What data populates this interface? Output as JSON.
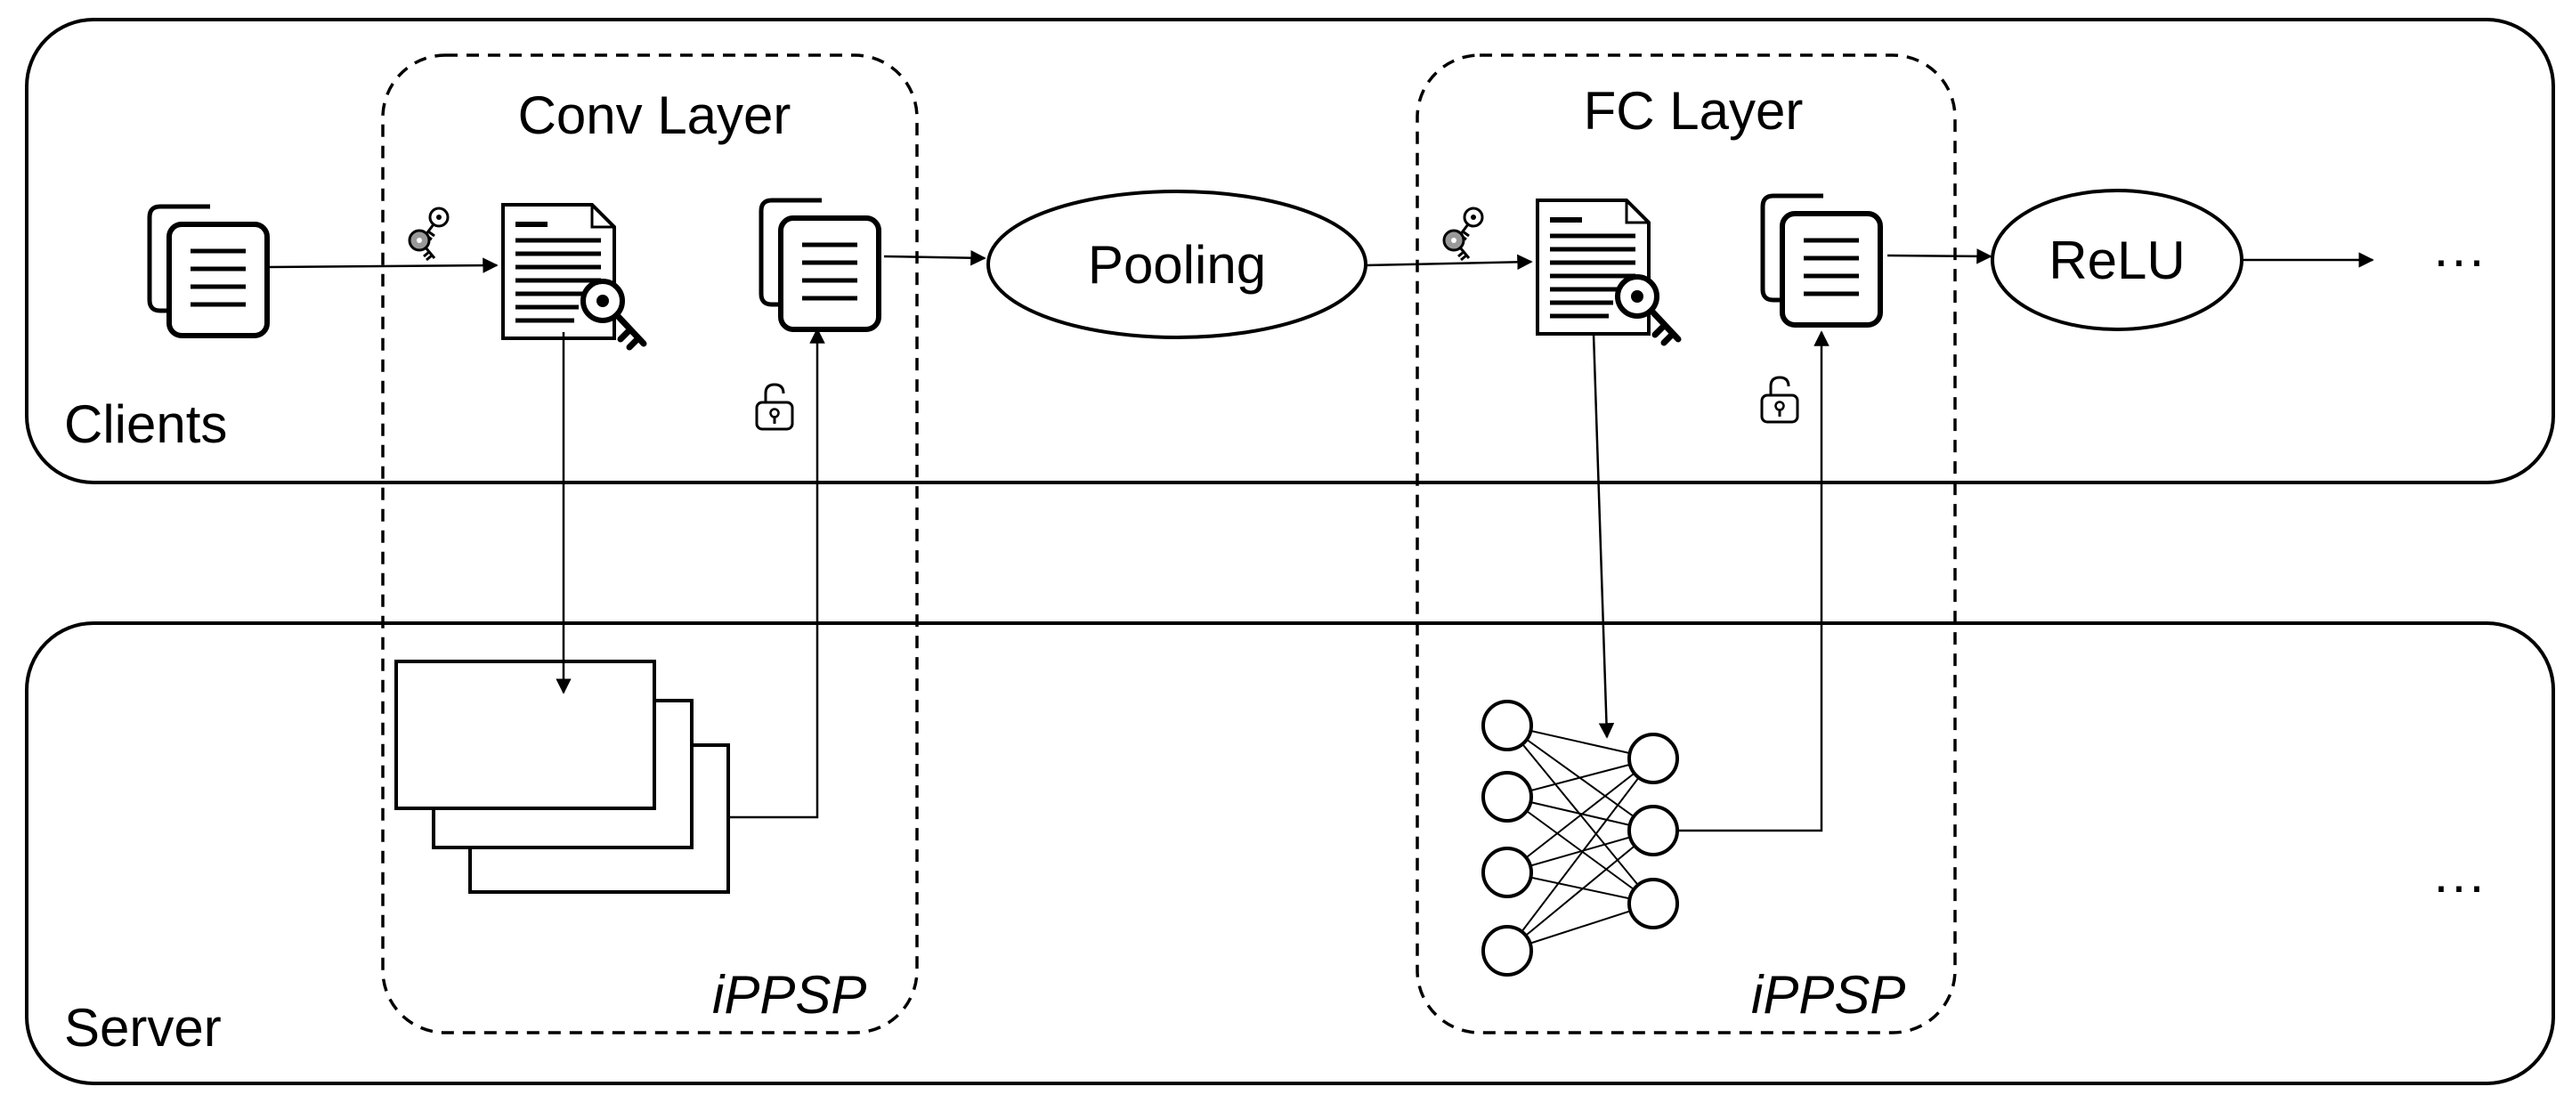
{
  "clients_label": "Clients",
  "server_label": "Server",
  "groups": [
    {
      "title": "Conv Layer",
      "protocol": "iPPSP"
    },
    {
      "title": "FC Layer",
      "protocol": "iPPSP"
    }
  ],
  "operations": [
    "Pooling",
    "ReLU"
  ],
  "continuation": "···",
  "icons": [
    "document-stack-icon",
    "keys-icon",
    "encrypted-document-icon",
    "unlock-icon",
    "feature-maps-icon",
    "neural-network-icon"
  ],
  "colors": {
    "stroke": "#000000",
    "background": "#ffffff"
  }
}
